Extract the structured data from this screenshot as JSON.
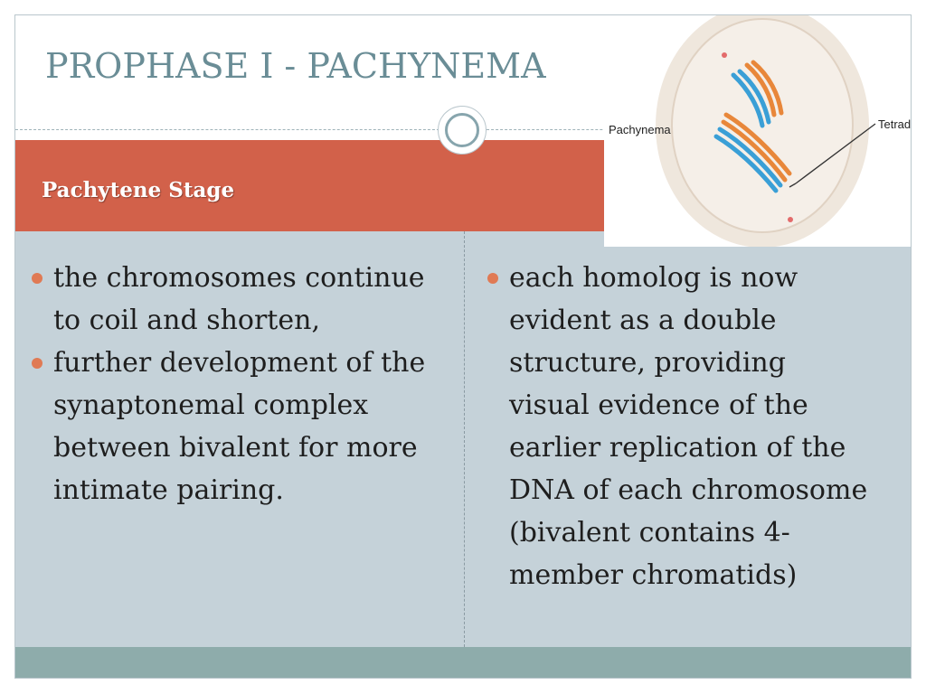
{
  "slide": {
    "title": "PROPHASE I - PACHYNEMA",
    "subtitle": "Pachytene Stage"
  },
  "left_bullets": [
    "the chromosomes continue to coil and shorten,",
    "further development of the synaptonemal complex between bivalent for more intimate pairing."
  ],
  "right_bullets": [
    "each homolog is now evident as a double structure, providing visual evidence of the earlier replication of the DNA of each chromosome (bivalent contains 4-member chromatids)"
  ],
  "figure": {
    "stage_label": "Pachynema",
    "pointer_label": "Tetrad"
  },
  "colors": {
    "title": "#6a8d96",
    "band": "#d2614a",
    "content_bg": "#c5d2d9",
    "footer": "#8eacab",
    "bullet": "#e07a54",
    "chromatid_orange": "#e8873a",
    "chromatid_blue": "#3a9fd6"
  }
}
